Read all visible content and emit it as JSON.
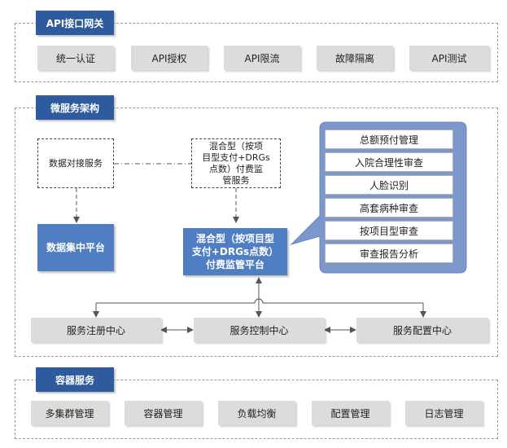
{
  "gateway": {
    "title": "API接口网关",
    "items": [
      "统一认证",
      "API授权",
      "API限流",
      "故障隔离",
      "API测试"
    ]
  },
  "micro": {
    "title": "微服务架构",
    "data_service": "数据对接服务",
    "monitor_service": [
      "混合型（按项",
      "目型支付+DRGs",
      "点数）付费监",
      "管服务"
    ],
    "data_platform": "数据集中平台",
    "monitor_platform": [
      "混合型（按项目型",
      "支付+DRGs点数）",
      "付费监管平台"
    ],
    "features": [
      "总额预付管理",
      "入院合理性审查",
      "人脸识别",
      "高套病种审查",
      "按项目型审查",
      "审查报告分析"
    ],
    "registry": "服务注册中心",
    "control": "服务控制中心",
    "config": "服务配置中心"
  },
  "container": {
    "title": "容器服务",
    "items": [
      "多集群管理",
      "容器管理",
      "负载均衡",
      "配置管理",
      "日志管理"
    ]
  },
  "colors": {
    "tag": "#2e5b9e",
    "platform": "#4f7ec2",
    "bubble": "#7b97cb",
    "box": "#dcdcdc"
  }
}
